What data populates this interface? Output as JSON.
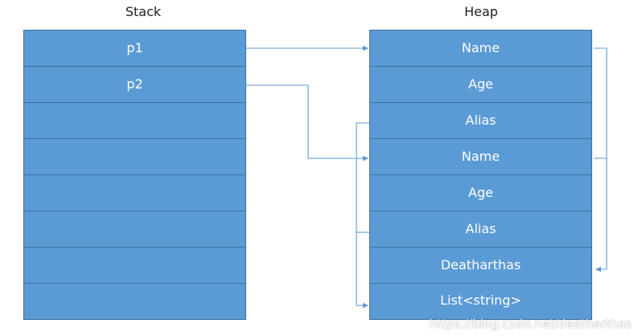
{
  "stack": {
    "title": "Stack",
    "cells": [
      "p1",
      "p2",
      "",
      "",
      "",
      "",
      "",
      ""
    ]
  },
  "heap": {
    "title": "Heap",
    "cells": [
      "Name",
      "Age",
      "Alias",
      "Name",
      "Age",
      "Alias",
      "Deatharthas",
      "List<string>"
    ]
  },
  "watermark": "https://blog.csdn.net/deatharthas",
  "colors": {
    "cell_fill": "#5b9bd5",
    "cell_border": "#41719c",
    "arrow": "#5b9bd5"
  },
  "references": [
    {
      "from": "stack.p1",
      "to": "heap.Name"
    },
    {
      "from": "stack.p2",
      "to": "heap.Name (2nd)"
    },
    {
      "from": "heap.Name",
      "to": "heap.Deatharthas"
    },
    {
      "from": "heap.Name (2nd)",
      "to": "heap.Deatharthas"
    },
    {
      "from": "heap.Alias",
      "to": "heap.List<string>"
    },
    {
      "from": "heap.Alias (2nd)",
      "to": "heap.List<string>"
    }
  ]
}
